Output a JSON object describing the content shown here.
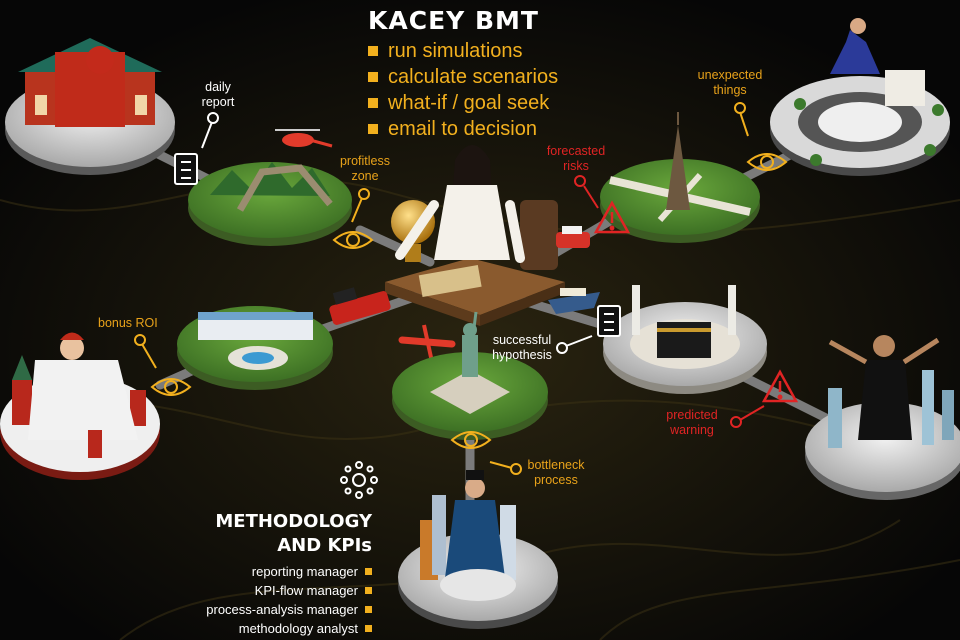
{
  "header": {
    "title": "KACEY BMT",
    "features": [
      "run simulations",
      "calculate scenarios",
      "what-if / goal seek",
      "email to decision"
    ]
  },
  "labels": {
    "daily_report": "daily report",
    "profitless_zone": "profitless zone",
    "forecasted_risks": "forecasted risks",
    "unexpected_things": "unexpected things",
    "bonus_roi": "bonus ROI",
    "successful_hypothesis": "successful hypothesis",
    "predicted_warning": "predicted warning",
    "bottleneck_process": "bottleneck process"
  },
  "methodology": {
    "title_line1": "METHODOLOGY",
    "title_line2": "AND KPIs",
    "roles": [
      "reporting manager",
      "KPI-flow manager",
      "process-analysis manager",
      "methodology analyst"
    ]
  },
  "colors": {
    "accent": "#f2b01e",
    "label_orange": "#e8a21a",
    "warning_red": "#e02424",
    "background": "#0b0b0b",
    "grass": "#4c8a2e",
    "platform": "#d9d9d9"
  },
  "icons": [
    "eye-icon",
    "checklist-icon",
    "warning-icon",
    "network-icon",
    "pin-icon"
  ]
}
